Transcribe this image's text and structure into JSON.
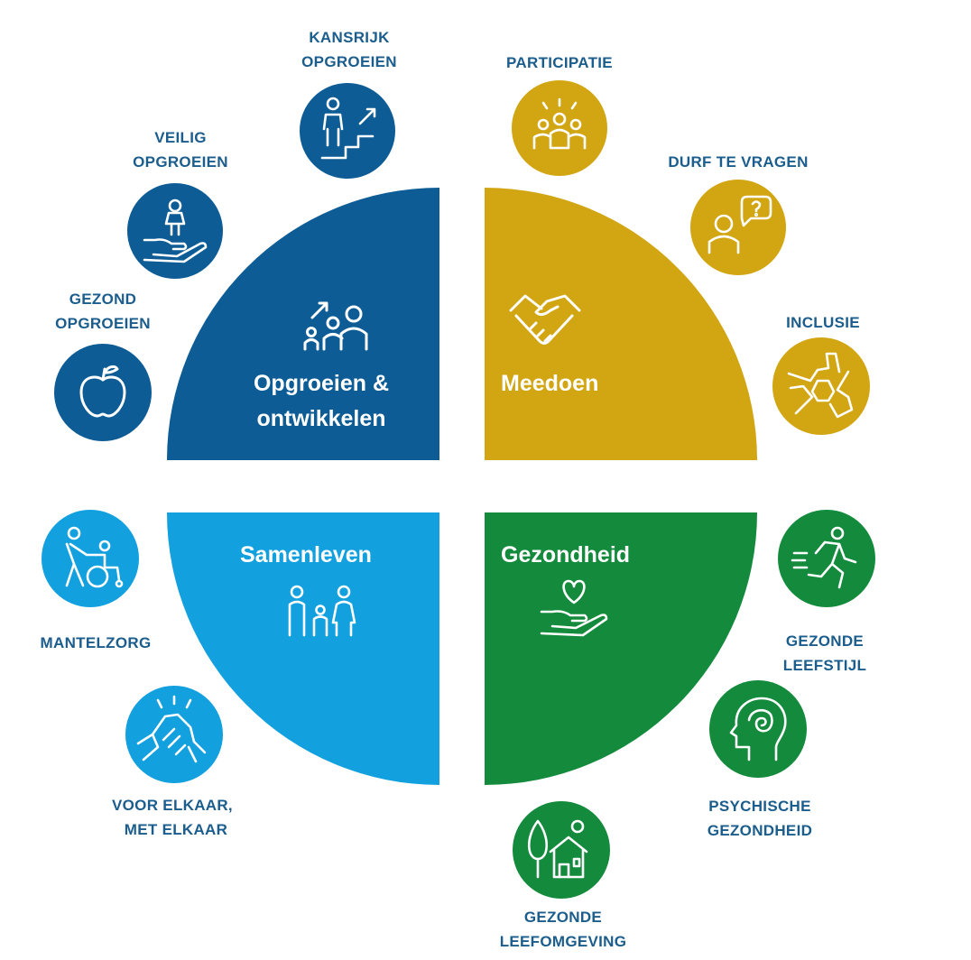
{
  "colors": {
    "blue_dark": "#0d5c95",
    "blue_light": "#12a0de",
    "gold": "#d2a512",
    "green": "#138a3c",
    "label_text": "#1b5d8c"
  },
  "quadrants": {
    "top_left": {
      "title_line1": "Opgroeien &",
      "title_line2": "ontwikkelen",
      "icon": "family-growth-icon",
      "color": "#0d5c95"
    },
    "top_right": {
      "title": "Meedoen",
      "icon": "handshake-icon",
      "color": "#d2a512"
    },
    "bottom_left": {
      "title": "Samenleven",
      "icon": "family-icon",
      "color": "#12a0de"
    },
    "bottom_right": {
      "title": "Gezondheid",
      "icon": "heart-in-hand-icon",
      "color": "#138a3c"
    }
  },
  "topics": {
    "kansrijk_opgroeien": {
      "line1": "KANSRIJK",
      "line2": "OPGROEIEN",
      "icon": "stairs-person-icon"
    },
    "veilig_opgroeien": {
      "line1": "VEILIG",
      "line2": "OPGROEIEN",
      "icon": "child-in-hand-icon"
    },
    "gezond_opgroeien": {
      "line1": "GEZOND",
      "line2": "OPGROEIEN",
      "icon": "apple-icon"
    },
    "participatie": {
      "line1": "PARTICIPATIE",
      "icon": "group-icon"
    },
    "durf_te_vragen": {
      "line1": "DURF TE VRAGEN",
      "icon": "question-bubble-icon"
    },
    "inclusie": {
      "line1": "INCLUSIE",
      "icon": "joined-hands-icon"
    },
    "mantelzorg": {
      "line1": "MANTELZORG",
      "icon": "wheelchair-icon"
    },
    "voor_elkaar": {
      "line1": "VOOR ELKAAR,",
      "line2": "MET ELKAAR",
      "icon": "clasped-hands-icon"
    },
    "gezonde_leefstijl": {
      "line1": "GEZONDE",
      "line2": "LEEFSTIJL",
      "icon": "running-icon"
    },
    "psychische_gezondheid": {
      "line1": "PSYCHISCHE",
      "line2": "GEZONDHEID",
      "icon": "head-spiral-icon"
    },
    "gezonde_leefomgeving": {
      "line1": "GEZONDE",
      "line2": "LEEFOMGEVING",
      "icon": "house-tree-icon"
    }
  }
}
